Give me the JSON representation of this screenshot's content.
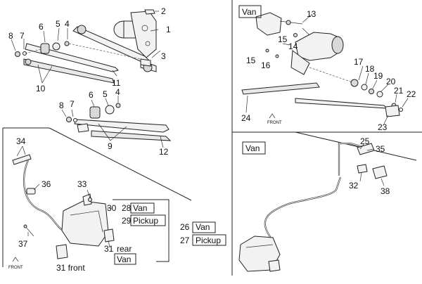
{
  "callouts": {
    "c1": "1",
    "c2": "2",
    "c3": "3",
    "c4a": "4",
    "c4b": "4",
    "c5a": "5",
    "c5b": "5",
    "c6a": "6",
    "c6b": "6",
    "c7a": "7",
    "c7b": "7",
    "c8a": "8",
    "c8b": "8",
    "c9": "9",
    "c10": "10",
    "c11": "11",
    "c12": "12",
    "c13": "13",
    "c14": "14",
    "c15a": "15",
    "c15b": "15",
    "c16": "16",
    "c17": "17",
    "c18": "18",
    "c19": "19",
    "c20": "20",
    "c21": "21",
    "c22": "22",
    "c23": "23",
    "c24": "24",
    "c25": "25",
    "c26": "26",
    "c27": "27",
    "c28": "28",
    "c29": "29",
    "c30": "30",
    "c31rear": "31",
    "c31front": "31 front",
    "c32": "32",
    "c33": "33",
    "c34": "34",
    "c35": "35",
    "c36": "36",
    "c37": "37",
    "c38": "38"
  },
  "labels": {
    "van": "Van",
    "pickup": "Pickup",
    "rear": "rear",
    "front": "FRONT"
  }
}
